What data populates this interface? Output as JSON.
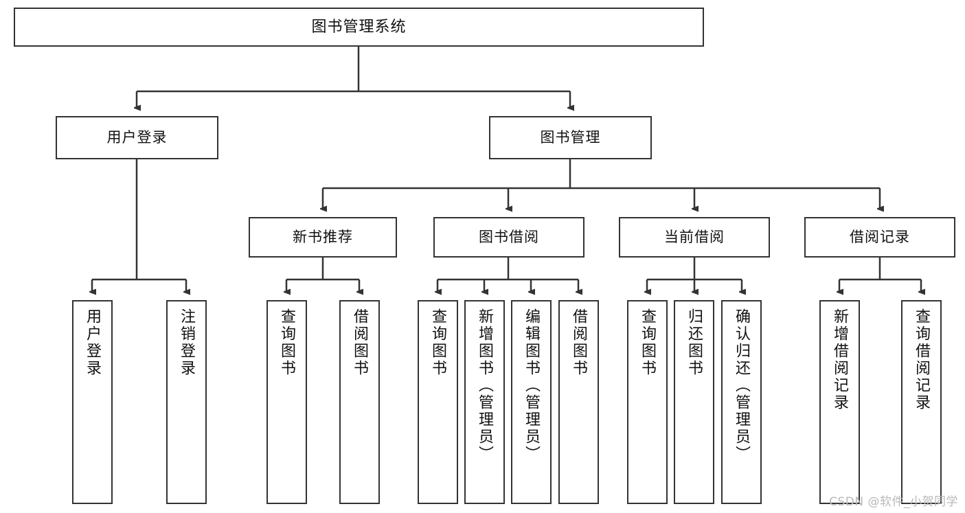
{
  "diagram": {
    "title": "图书管理系统",
    "type": "tree",
    "watermark": "CSDN @软件_小贺同学",
    "stroke_color": "#333333",
    "fill_color": "#ffffff",
    "nodes": {
      "root": {
        "label": "图书管理系统"
      },
      "level2": [
        {
          "label": "用户登录"
        },
        {
          "label": "图书管理"
        }
      ],
      "level3": [
        {
          "label": "新书推荐"
        },
        {
          "label": "图书借阅"
        },
        {
          "label": "当前借阅"
        },
        {
          "label": "借阅记录"
        }
      ],
      "leaves": {
        "user_login": [
          {
            "label": "用户登录"
          },
          {
            "label": "注销登录"
          }
        ],
        "new_book_recommend": [
          {
            "label": "查询图书"
          },
          {
            "label": "借阅图书"
          }
        ],
        "book_borrow": [
          {
            "label": "查询图书"
          },
          {
            "label": "新增图书（管理员）"
          },
          {
            "label": "编辑图书（管理员）"
          },
          {
            "label": "借阅图书"
          }
        ],
        "current_borrow": [
          {
            "label": "查询图书"
          },
          {
            "label": "归还图书"
          },
          {
            "label": "确认归还（管理员）"
          }
        ],
        "borrow_record": [
          {
            "label": "新增借阅记录"
          },
          {
            "label": "查询借阅记录"
          }
        ]
      }
    }
  }
}
